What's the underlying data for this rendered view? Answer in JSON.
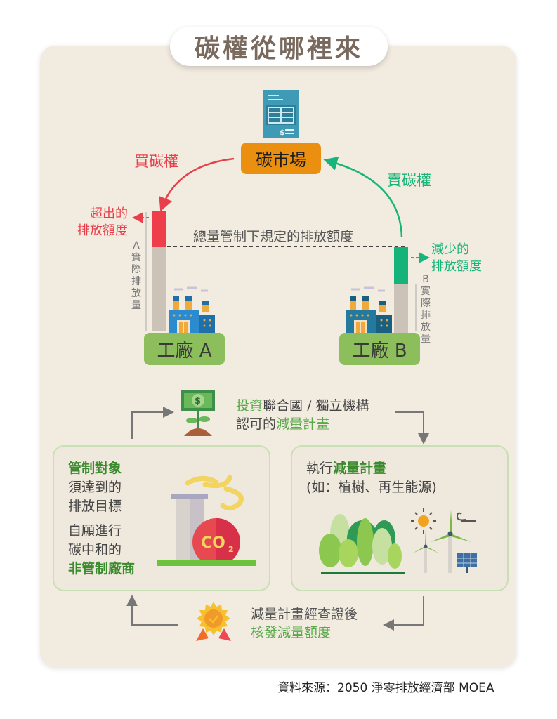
{
  "title": "碳權從哪裡來",
  "market": {
    "label": "碳市場",
    "icon": "invoice-document-icon"
  },
  "buy_label": "買碳權",
  "sell_label": "賣碳權",
  "cap_label": "總量管制下規定的排放額度",
  "factory_a": {
    "label": "工廠 A",
    "over_label_line1": "超出的",
    "over_label_line2": "排放額度",
    "actual_label": [
      "A",
      "實",
      "際",
      "排",
      "放",
      "量"
    ]
  },
  "factory_b": {
    "label": "工廠 B",
    "reduced_label_line1": "減少的",
    "reduced_label_line2": "排放額度",
    "actual_label": [
      "B",
      "實",
      "際",
      "排",
      "放",
      "量"
    ]
  },
  "invest": {
    "highlight1": "投資",
    "text1": "聯合國 / 獨立機構",
    "text2": "認可的",
    "highlight2": "減量計畫"
  },
  "left_box": {
    "l1": "管制對象",
    "l2": "須達到的",
    "l3": "排放目標",
    "l4": "自願進行",
    "l5": "碳中和的",
    "l6": "非管制廠商",
    "co2_label": "CO",
    "co2_sub": "2"
  },
  "right_box": {
    "prefix": "執行",
    "highlight": "減量計畫",
    "line2": "(如：植樹、再生能源)"
  },
  "verify": {
    "line1": "減量計畫經查證後",
    "line2": "核發減量額度"
  },
  "source": "資料來源：2050 淨零排放經濟部 MOEA",
  "colors": {
    "red": "#e8404a",
    "teal": "#17b57a",
    "orange": "#ea8f0f",
    "green": "#5aa84a",
    "background": "#f2ebe0"
  }
}
